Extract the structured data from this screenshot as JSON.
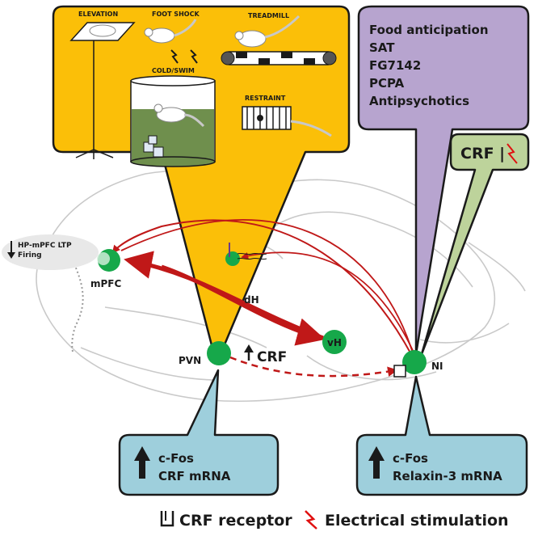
{
  "stressors": {
    "elevation": "ELEVATION",
    "foot_shock": "FOOT SHOCK",
    "treadmill": "TREADMILL",
    "cold_swim": "COLD/SWIM",
    "restraint": "RESTRAINT"
  },
  "purple_box": {
    "items": [
      "Food anticipation",
      "SAT",
      "FG7142",
      "PCPA",
      "Antipsychotics"
    ]
  },
  "green_box": {
    "text": "CRF |"
  },
  "regions": {
    "mpfc": "mPFC",
    "dh": "dH",
    "vh": "vH",
    "pvn": "PVN",
    "ni": "NI"
  },
  "hp_mpfc": {
    "line1": "HP-mPFC LTP",
    "line2": "Firing"
  },
  "crf_label": "CRF",
  "pvn_box": {
    "line1": "c-Fos",
    "line2": "CRF mRNA"
  },
  "ni_box": {
    "line1": "c-Fos",
    "line2": "Relaxin-3 mRNA"
  },
  "legend": {
    "receptor": "CRF receptor",
    "stimulation": "Electrical stimulation"
  },
  "colors": {
    "orange": "#fbbf08",
    "purple": "#b7a4cf",
    "green_box": "#bdd39b",
    "blue_box": "#9ecfdc",
    "node_green": "#16a84a",
    "arrow_red": "#c01818",
    "brain_outline": "#c8c8c8"
  }
}
